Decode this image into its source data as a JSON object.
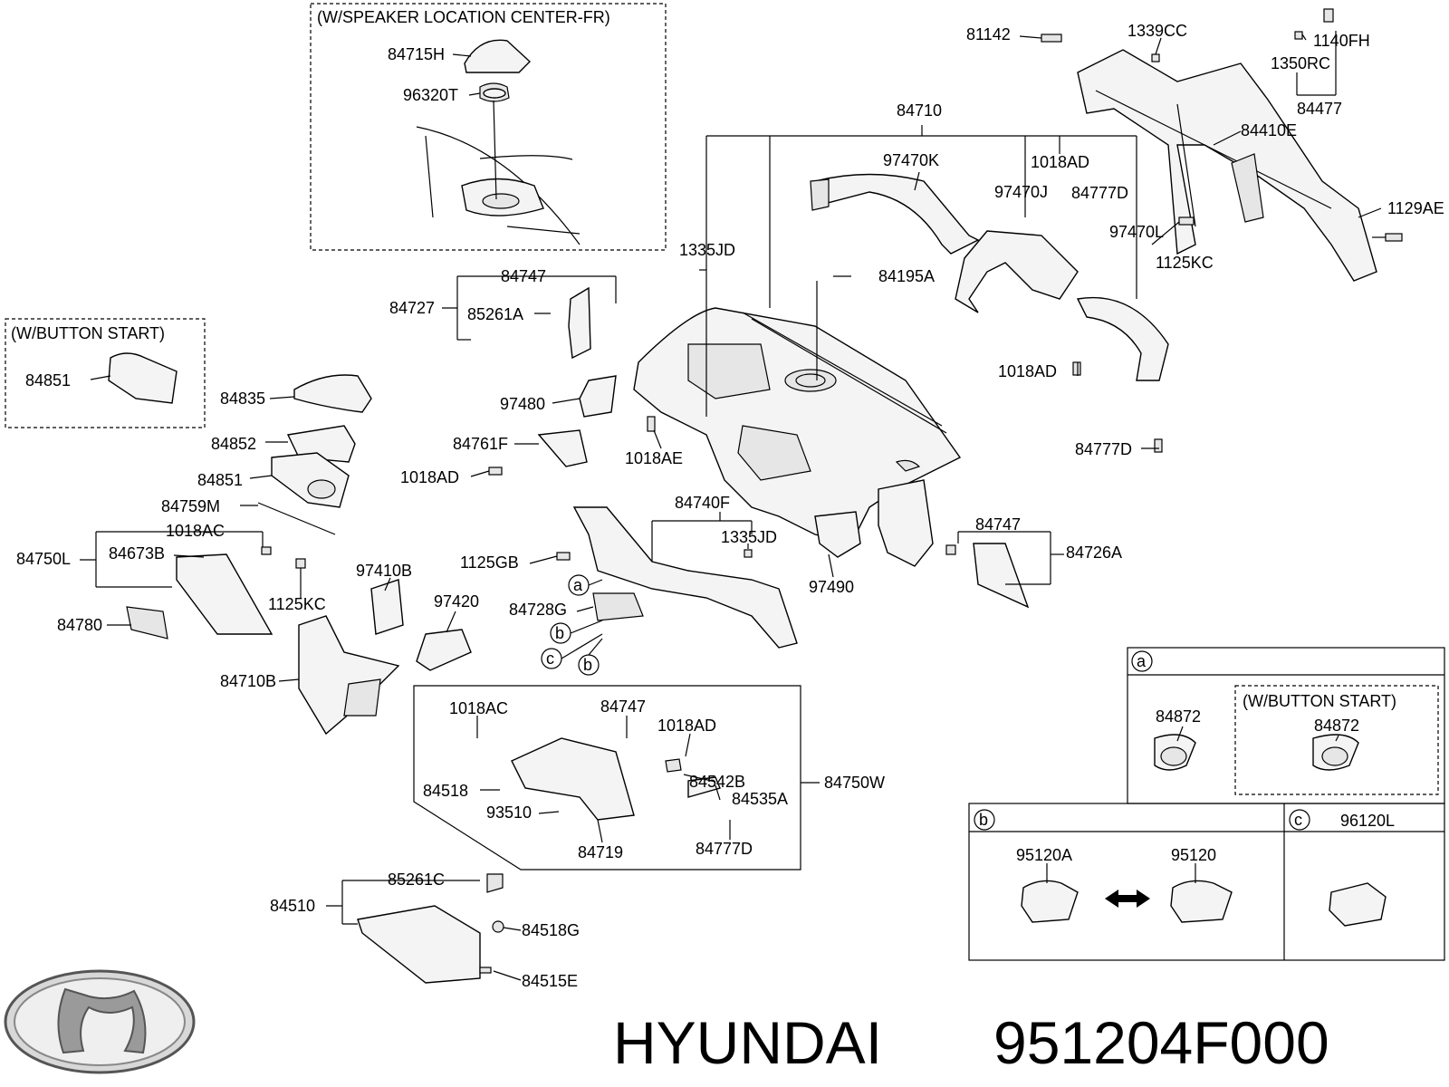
{
  "diagram": {
    "caption_brand": "HYUNDAI",
    "caption_part": "951204F000",
    "logo": "hyundai-logo",
    "groups": {
      "speaker_center": "(W/SPEAKER LOCATION CENTER-FR)",
      "button_start": "(W/BUTTON START)",
      "button_start_a": "(W/BUTTON START)"
    },
    "callouts": {
      "a": "a",
      "b": "b",
      "c": "c"
    },
    "labels": {
      "p84715H": "84715H",
      "p96320T": "96320T",
      "p81142": "81142",
      "p1339CC": "1339CC",
      "p1140FH": "1140FH",
      "p1350RC": "1350RC",
      "p84477": "84477",
      "p84410E": "84410E",
      "p84710": "84710",
      "p97470K": "97470K",
      "p1018AD_a": "1018AD",
      "p97470J": "97470J",
      "p84777D_a": "84777D",
      "p97470L": "97470L",
      "p1129AE": "1129AE",
      "p1125KC_a": "1125KC",
      "p1335JD_a": "1335JD",
      "p84747_a": "84747",
      "p84727": "84727",
      "p85261A": "85261A",
      "p84195A": "84195A",
      "p1018AD_b": "1018AD",
      "p84851_a": "84851",
      "p84835": "84835",
      "p97480": "97480",
      "p84852": "84852",
      "p84761F": "84761F",
      "p1018AE": "1018AE",
      "p84777D_b": "84777D",
      "p84851_b": "84851",
      "p1018AD_c": "1018AD",
      "p84759M": "84759M",
      "p84740F": "84740F",
      "p1018AC_a": "1018AC",
      "p1335JD_b": "1335JD",
      "p84747_b": "84747",
      "p84750L": "84750L",
      "p84673B": "84673B",
      "p1125GB": "1125GB",
      "p84726A": "84726A",
      "p97410B": "97410B",
      "p97490": "97490",
      "p1125KC_b": "1125KC",
      "p97420": "97420",
      "p84728G": "84728G",
      "p84780": "84780",
      "p84710B": "84710B",
      "p1018AC_b": "1018AC",
      "p84747_c": "84747",
      "p1018AD_d": "1018AD",
      "p84542B": "84542B",
      "p84750W": "84750W",
      "p84518": "84518",
      "p84535A": "84535A",
      "p93510": "93510",
      "p84719": "84719",
      "p84777D_c": "84777D",
      "p85261C": "85261C",
      "p84510": "84510",
      "p84518G": "84518G",
      "p84515E": "84515E",
      "p84872_a": "84872",
      "p84872_b": "84872",
      "p96120L": "96120L",
      "p95120A": "95120A",
      "p95120": "95120"
    }
  }
}
